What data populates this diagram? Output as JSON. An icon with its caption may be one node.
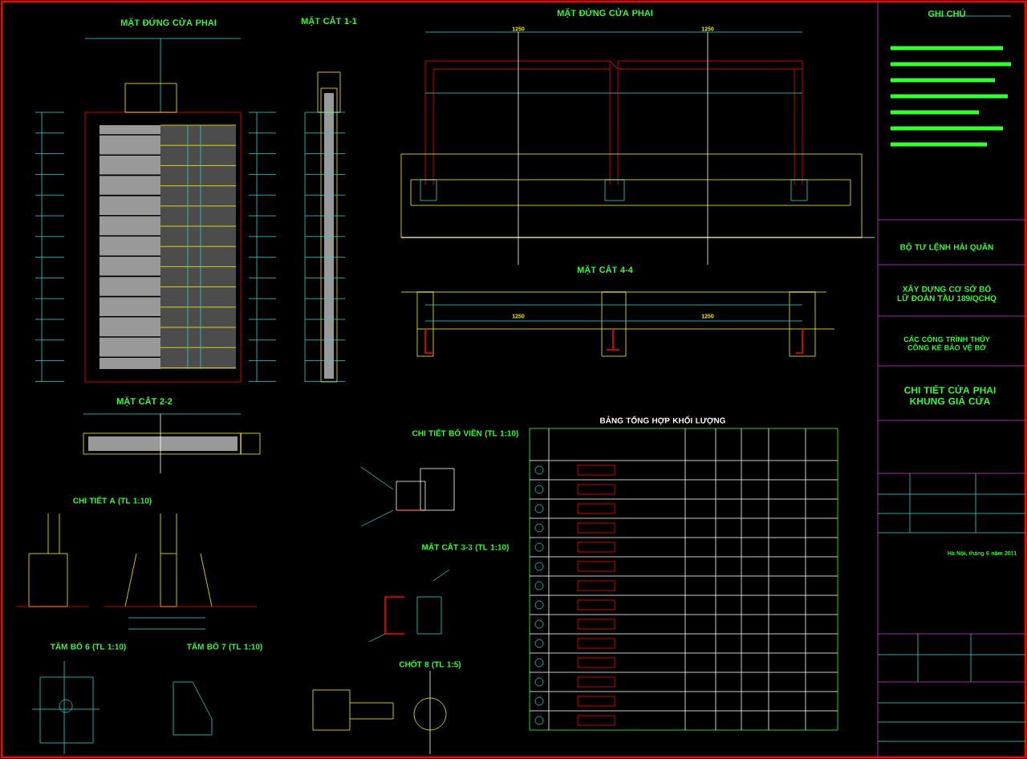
{
  "diagram": {
    "labels": [
      "MẶT ĐỨNG CỬA PHAI",
      "MẶT CẮT 1-1",
      "MẶT ĐỨNG CỬA PHAI",
      "1250",
      "1250",
      "GHI CHÚ",
      "MẶT CẮT 4-4",
      "1250",
      "1250",
      "BỘ TƯ LỆNH HẢI QUÂN",
      "XÂY DỰNG CƠ SỞ BỐ LỮ ĐOÀN TẦU 189/QCHQ",
      "CÁC CÔNG TRÌNH THỦY CÔNG KÈ BẢO VỆ BỜ",
      "CHI TIẾT CỬA PHAI KHUNG GIÁ CỬA",
      "MẶT CẮT 2-2",
      "BẢNG TỔNG HỢP KHỐI LƯỢNG",
      "CHI TIẾT BỐ VIỀN (TL 1:10)",
      "CHI TIẾT A (TL 1:10)",
      "MẶT CẮT 3-3 (TL 1:10)",
      "Hà Nội, tháng 6 năm 2011",
      "TẤM BỐ 6 (TL 1:10)",
      "TẤM BỐ 7 (TL 1:10)",
      "CHỐT 8 (TL 1:5)"
    ]
  }
}
